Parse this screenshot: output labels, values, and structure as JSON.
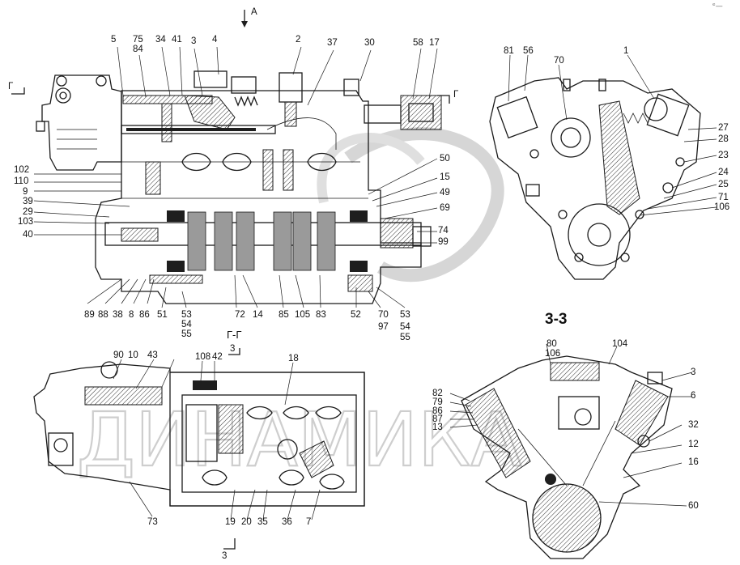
{
  "meta": {
    "corner_mark": "ᵉ—"
  },
  "section_labels": {
    "arrow_a": "А",
    "g_left": "Г",
    "g_right": "Г",
    "gg_title": "Г-Г",
    "z_top": "3",
    "z_bottom": "3",
    "zz_title": "3-3"
  },
  "watermark": {
    "text": "ДИНАМИКА"
  },
  "callouts_top_left": [
    "5",
    "75",
    "84",
    "34",
    "41",
    "3",
    "4",
    "2",
    "37",
    "30",
    "58",
    "17",
    "102",
    "110",
    "9",
    "39",
    "29",
    "103",
    "40",
    "50",
    "15",
    "49",
    "69",
    "74",
    "99",
    "89",
    "88",
    "38",
    "8",
    "86",
    "51",
    "53",
    "54",
    "55",
    "72",
    "14",
    "85",
    "105",
    "83",
    "52",
    "70",
    "53",
    "97",
    "54",
    "55"
  ],
  "callouts_top_right": [
    "81",
    "56",
    "70",
    "1",
    "27",
    "28",
    "23",
    "24",
    "25",
    "71",
    "106"
  ],
  "callouts_bottom_left": [
    "90",
    "10",
    "43",
    "108",
    "42",
    "18",
    "73",
    "19",
    "20",
    "35",
    "36",
    "7"
  ],
  "callouts_bottom_right": [
    "80",
    "106",
    "104",
    "3",
    "6",
    "82",
    "79",
    "86",
    "87",
    "13",
    "32",
    "12",
    "16",
    "60"
  ]
}
